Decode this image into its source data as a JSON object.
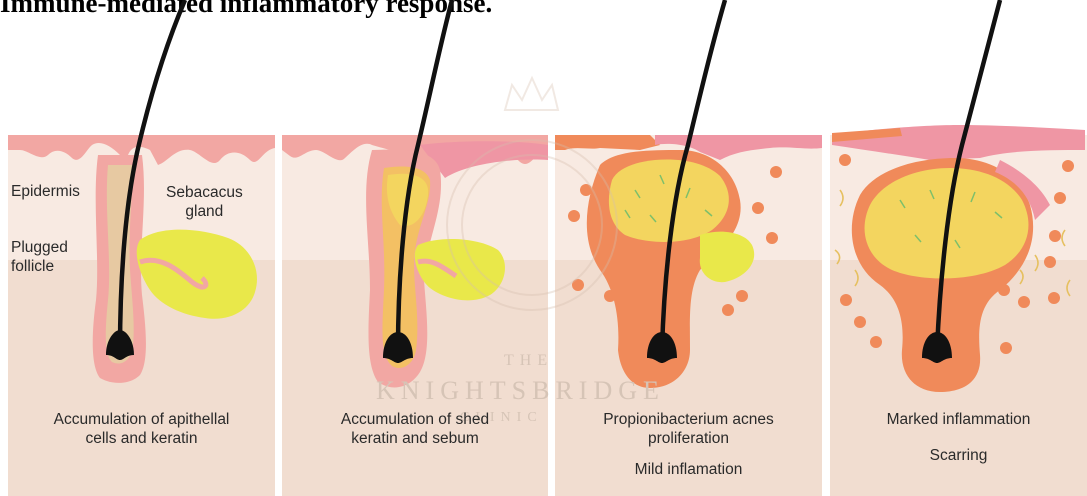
{
  "heading": "Immune-mediated inflammatory response.",
  "labels": {
    "epidermis": "Epidermis",
    "sebaceous_gland": "Sebacacus\ngland",
    "plugged_follicle": "Plugged\nfollicle"
  },
  "stages": [
    {
      "caption": "Accumulation of apithellal\ncells and keratin"
    },
    {
      "caption": "Accumulation of shed\nkeratin and sebum"
    },
    {
      "caption": "Propionibacterium acnes\nproliferation",
      "note": "Mild inflamation"
    },
    {
      "caption": "Marked inflammation",
      "note": "Scarring"
    }
  ],
  "watermark": {
    "line1": "THE",
    "line2": "KNIGHTSBRIDGE",
    "line3": "CLINIC"
  },
  "colors": {
    "dermis": "#f1ddd0",
    "epidermis": "#f8eae2",
    "skin_surface": "#f2a7a3",
    "sebaceous_gland": "#e9e84a",
    "sebum": "#f3d55f",
    "inflammation": "#f08a5a",
    "hair": "#111111"
  }
}
